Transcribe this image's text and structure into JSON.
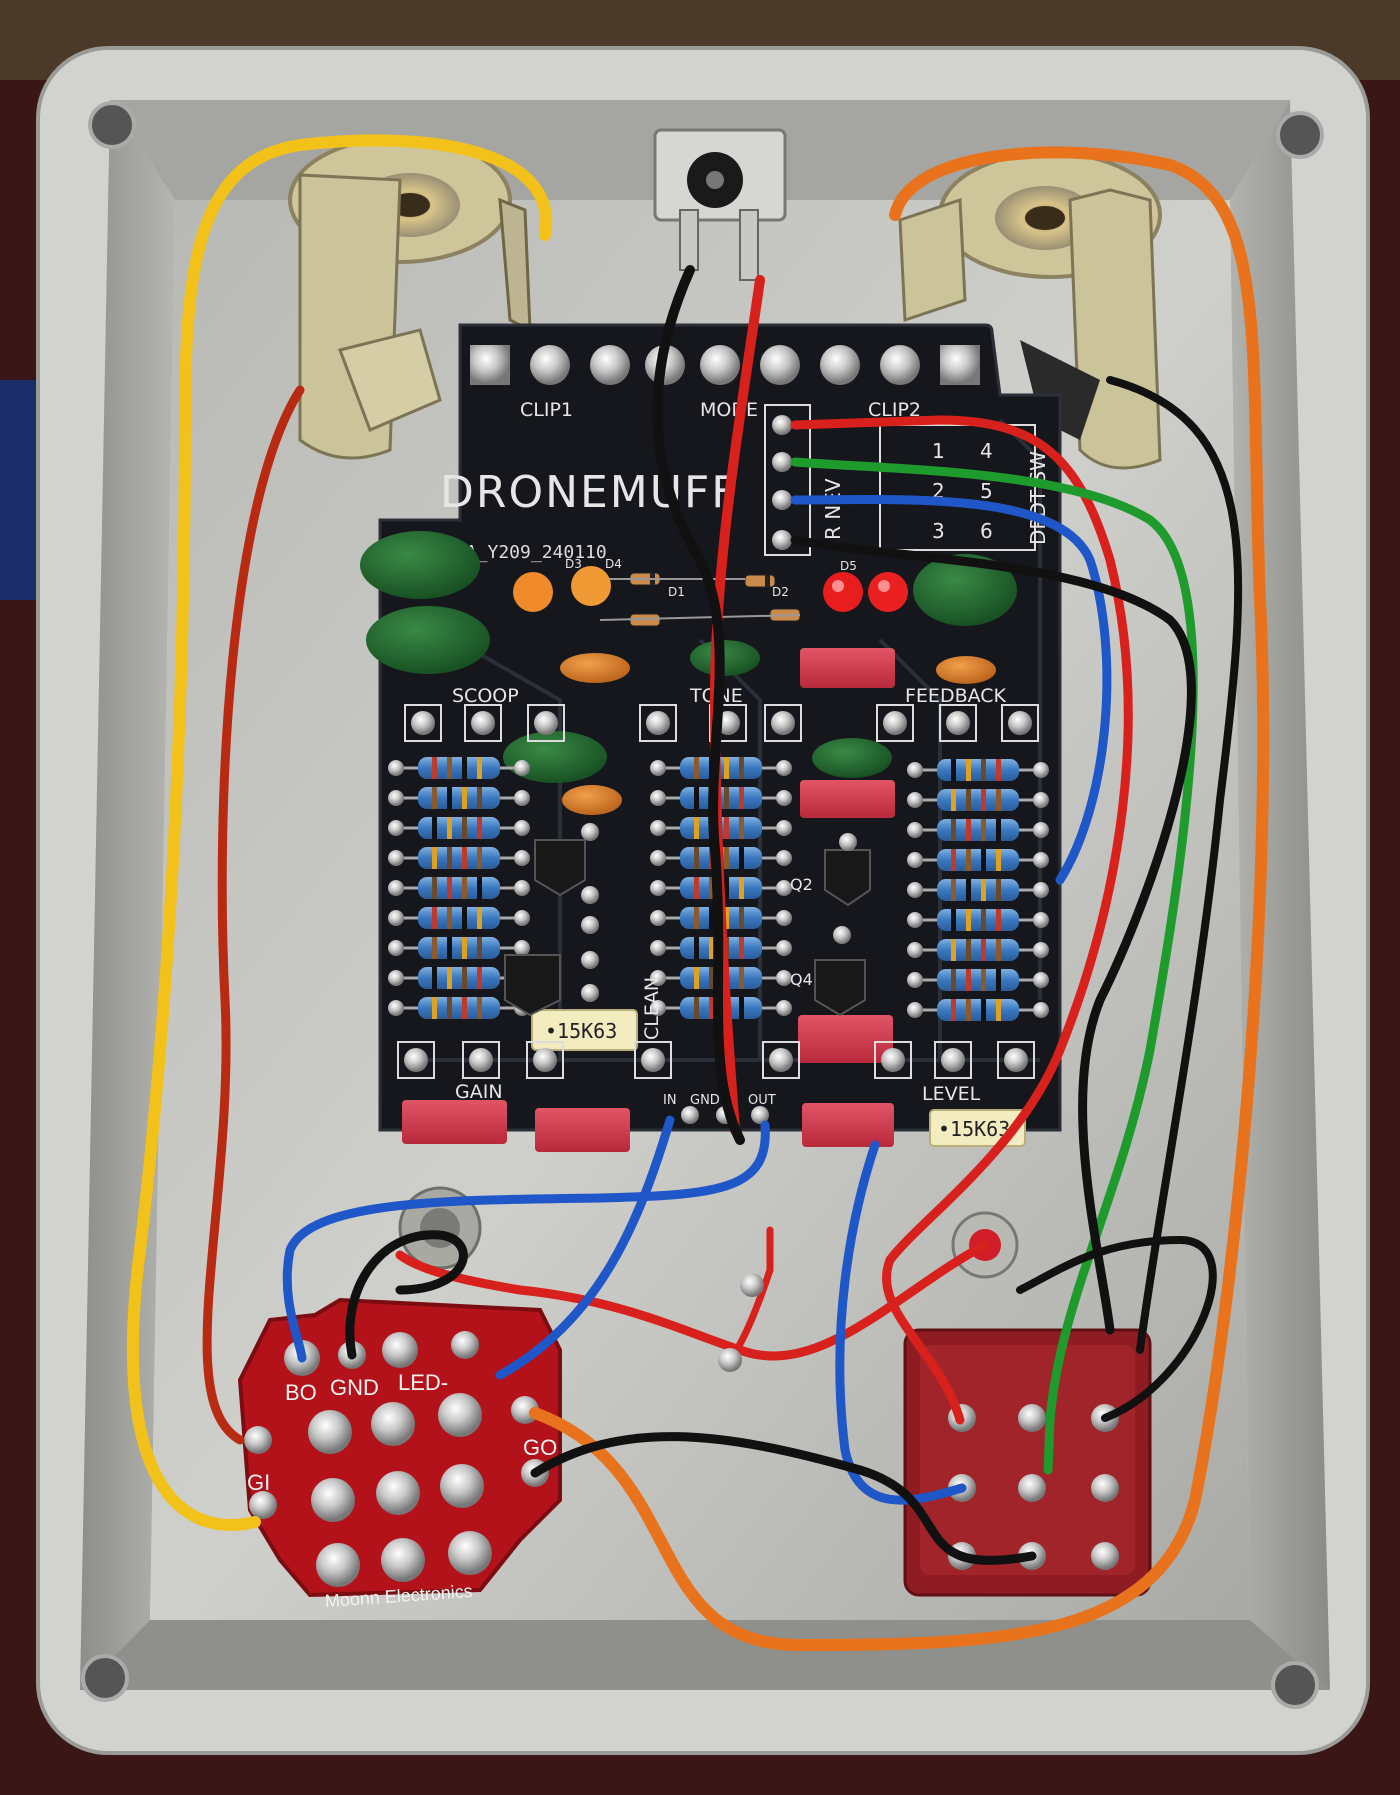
{
  "pcb": {
    "title": "DRONEMUFF",
    "revision": "PA_Y209_240110",
    "labels": {
      "clip1": "CLIP1",
      "mode": "MODE",
      "clip2": "CLIP2",
      "scoop": "SCOOP",
      "tone": "TONE",
      "feedback": "FEEDBACK",
      "gain": "GAIN",
      "level": "LEVEL",
      "clean": "CLEAN",
      "in": "IN",
      "gnd": "GND",
      "out": "OUT",
      "d3": "D3",
      "d4": "D4",
      "d1": "D1",
      "d2": "D2",
      "d5": "D5",
      "q2": "Q2",
      "q4": "Q4"
    },
    "dip_labels": [
      "1",
      "4",
      "2",
      "5",
      "3",
      "6"
    ],
    "side_text": [
      "DPDT SW",
      "R NEV"
    ]
  },
  "caps": {
    "c1": "•15K63",
    "c2": "•15K63"
  },
  "jack_board": {
    "labels": {
      "bo": "BO",
      "gnd": "GND",
      "led": "LED-",
      "gi": "GI",
      "go": "GO"
    },
    "brand": "Moonn Electronics"
  },
  "colors": {
    "enclosure": "#c9c9c6",
    "pcb": "#15171c",
    "jack_pcb": "#b3121a",
    "wire_yellow": "#f2c21a",
    "wire_orange": "#e8731c",
    "wire_red": "#d8211c",
    "wire_blue": "#1f57c9",
    "wire_green": "#1f9b2e",
    "wire_black": "#111111"
  }
}
